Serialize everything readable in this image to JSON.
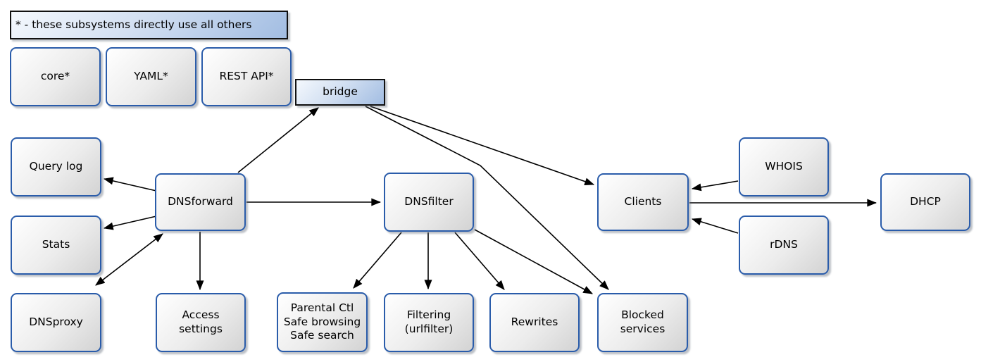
{
  "diagram": {
    "legend": "* - these subsystems directly use all others",
    "nodes": {
      "core": "core*",
      "yaml": "YAML*",
      "rest_api": "REST API*",
      "bridge": "bridge",
      "query_log": "Query log",
      "stats": "Stats",
      "dnsproxy": "DNSproxy",
      "dnsforward": "DNSforward",
      "access_settings": "Access\nsettings",
      "dnsfilter": "DNSfilter",
      "parental": "Parental Ctl\nSafe browsing\nSafe search",
      "filtering": "Filtering\n(urlfilter)",
      "rewrites": "Rewrites",
      "blocked_services": "Blocked\nservices",
      "clients": "Clients",
      "whois": "WHOIS",
      "rdns": "rDNS",
      "dhcp": "DHCP"
    },
    "edges": [
      {
        "from": "dnsforward",
        "to": "query_log",
        "bidirectional": false
      },
      {
        "from": "dnsforward",
        "to": "stats",
        "bidirectional": false
      },
      {
        "from": "dnsforward",
        "to": "dnsproxy",
        "bidirectional": true
      },
      {
        "from": "dnsforward",
        "to": "access_settings",
        "bidirectional": false
      },
      {
        "from": "dnsforward",
        "to": "dnsfilter",
        "bidirectional": false
      },
      {
        "from": "dnsforward",
        "to": "bridge",
        "bidirectional": false
      },
      {
        "from": "bridge",
        "to": "clients",
        "bidirectional": false
      },
      {
        "from": "bridge",
        "to": "blocked_services",
        "bidirectional": false
      },
      {
        "from": "dnsfilter",
        "to": "parental",
        "bidirectional": false
      },
      {
        "from": "dnsfilter",
        "to": "filtering",
        "bidirectional": false
      },
      {
        "from": "dnsfilter",
        "to": "rewrites",
        "bidirectional": false
      },
      {
        "from": "dnsfilter",
        "to": "blocked_services",
        "bidirectional": false
      },
      {
        "from": "whois",
        "to": "clients",
        "bidirectional": false
      },
      {
        "from": "rdns",
        "to": "clients",
        "bidirectional": false
      },
      {
        "from": "clients",
        "to": "dhcp",
        "bidirectional": false
      }
    ],
    "colors": {
      "node_border": "#2a5caa",
      "node_fill_light": "#ffffff",
      "node_fill_dark": "#d3d3d3",
      "blue_box_border": "#111111",
      "blue_box_fill_light": "#f4f8fd",
      "blue_box_fill_dark": "#a2bde2",
      "arrow": "#000000",
      "text": "#000000"
    }
  }
}
